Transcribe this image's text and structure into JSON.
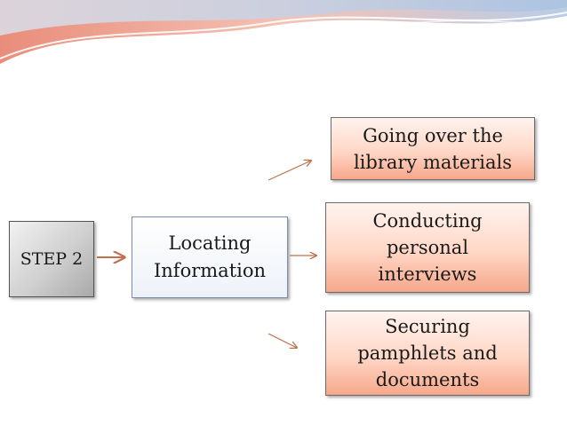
{
  "diagram": {
    "step_label": "STEP 2",
    "main_label": "Locating\nInformation",
    "options": [
      "Going over the\nlibrary materials",
      "Conducting\npersonal\ninterviews",
      "Securing\npamphlets and\ndocuments"
    ]
  },
  "colors": {
    "arrow": "#c0704a",
    "option_fill": "#ffd7c6",
    "banner_accent": "#e8a090"
  }
}
